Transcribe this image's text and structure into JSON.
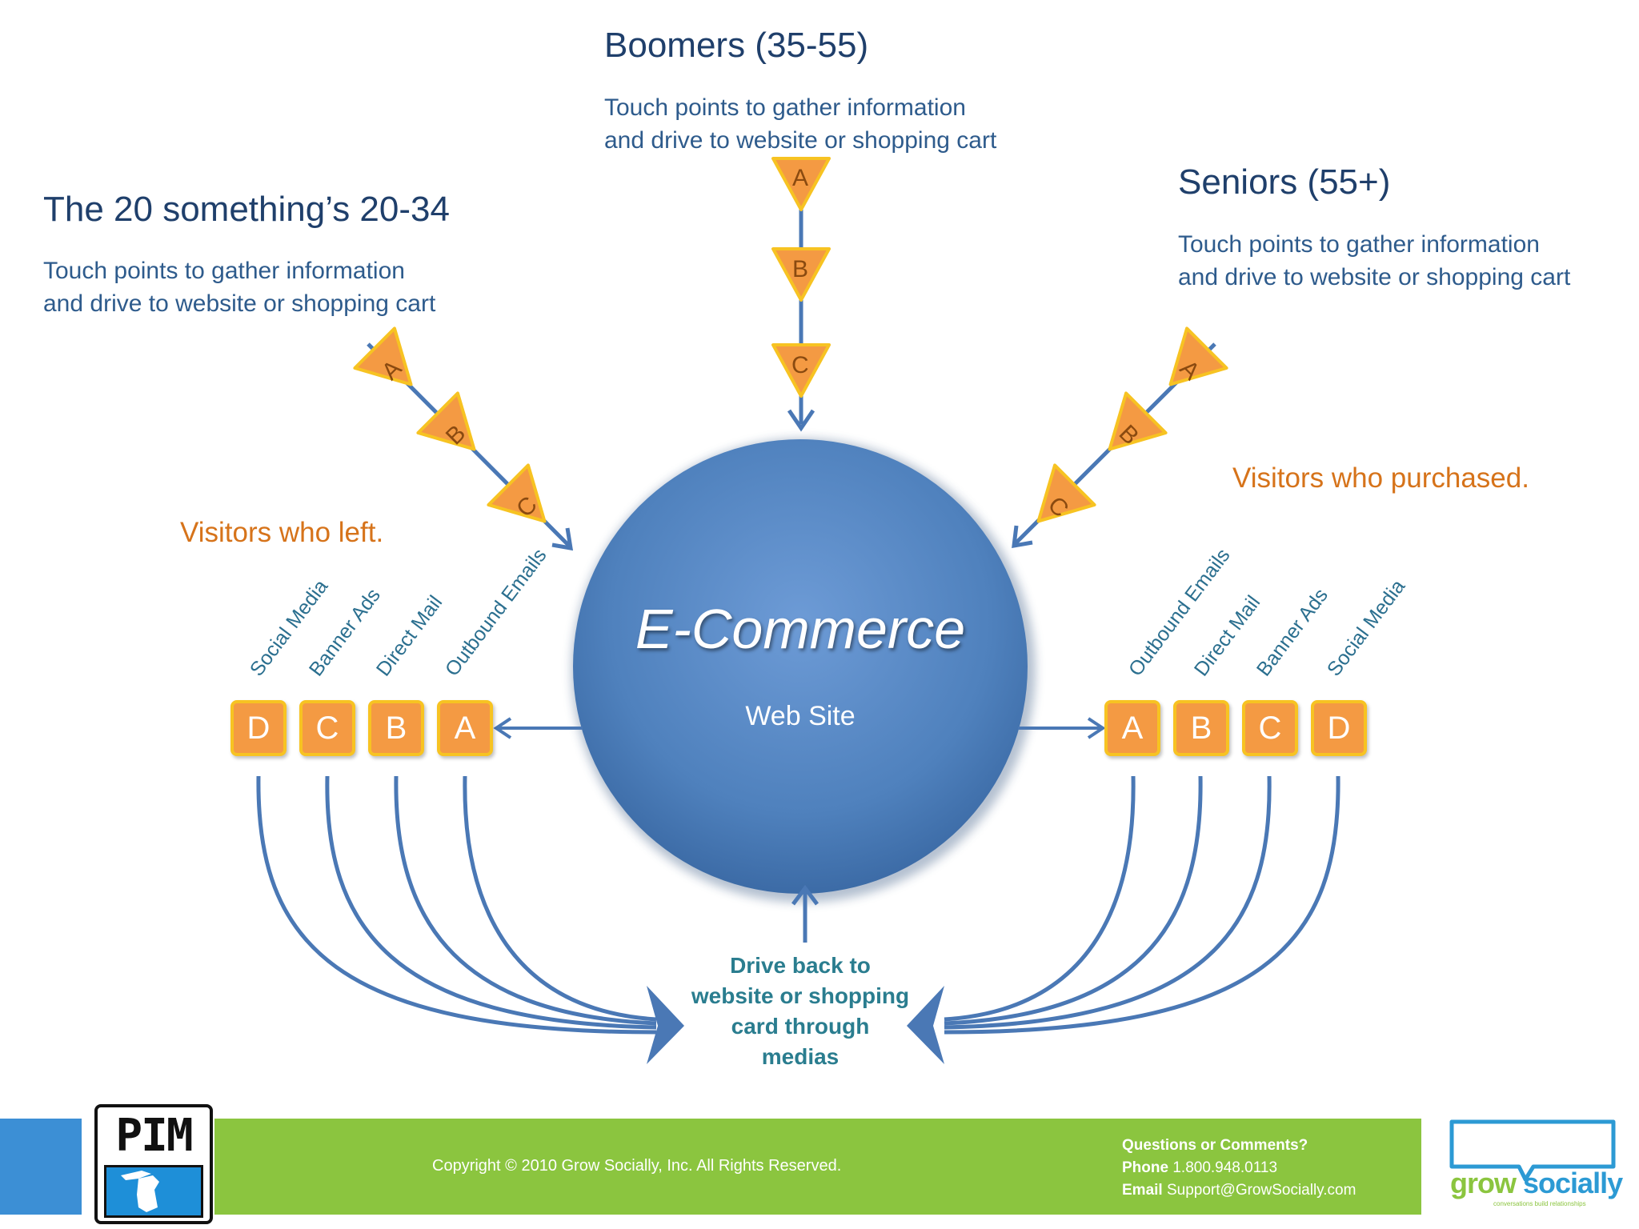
{
  "headings": {
    "boomers": "Boomers (35-55)",
    "twenties": "The 20 something’s 20-34",
    "seniors": "Seniors (55+)"
  },
  "descriptions": {
    "boomers": [
      "Touch points to gather information",
      "and drive to website or shopping cart"
    ],
    "twenties": [
      "Touch points to gather information",
      "and drive to website or shopping cart"
    ],
    "seniors": [
      "Touch points to gather information",
      "and drive to website or shopping cart"
    ]
  },
  "visitors_left": "Visitors who left.",
  "visitors_purchased": "Visitors who purchased.",
  "center": {
    "title": "E-Commerce",
    "subtitle": "Web Site"
  },
  "touch_points": [
    "A",
    "B",
    "C"
  ],
  "left_channels": [
    {
      "letter": "D",
      "label": "Social Media"
    },
    {
      "letter": "C",
      "label": "Banner Ads"
    },
    {
      "letter": "B",
      "label": "Direct Mail"
    },
    {
      "letter": "A",
      "label": "Outbound Emails"
    }
  ],
  "right_channels": [
    {
      "letter": "A",
      "label": "Outbound Emails"
    },
    {
      "letter": "B",
      "label": "Direct Mail"
    },
    {
      "letter": "C",
      "label": "Banner Ads"
    },
    {
      "letter": "D",
      "label": "Social Media"
    }
  ],
  "drive_back": [
    "Drive back to",
    "website or shopping",
    "card through",
    "medias"
  ],
  "footer": {
    "copyright": "Copyright © 2010 Grow Socially, Inc. All Rights Reserved.",
    "questions": "Questions or Comments?",
    "phone_label": "Phone",
    "phone": "1.800.948.0113",
    "email_label": "Email",
    "email": "Support@GrowSocially.com",
    "logo_left": "PIM",
    "logo_right_a": "grow",
    "logo_right_b": "socially",
    "logo_right_tagline": "conversations build relationships"
  },
  "colors": {
    "circle": "#4f81bd",
    "arrow": "#4a78b5",
    "box_fill": "#f49a43",
    "box_border": "#f7c322",
    "footer_green": "#8bc53f",
    "footer_blue": "#3c8fd5"
  }
}
